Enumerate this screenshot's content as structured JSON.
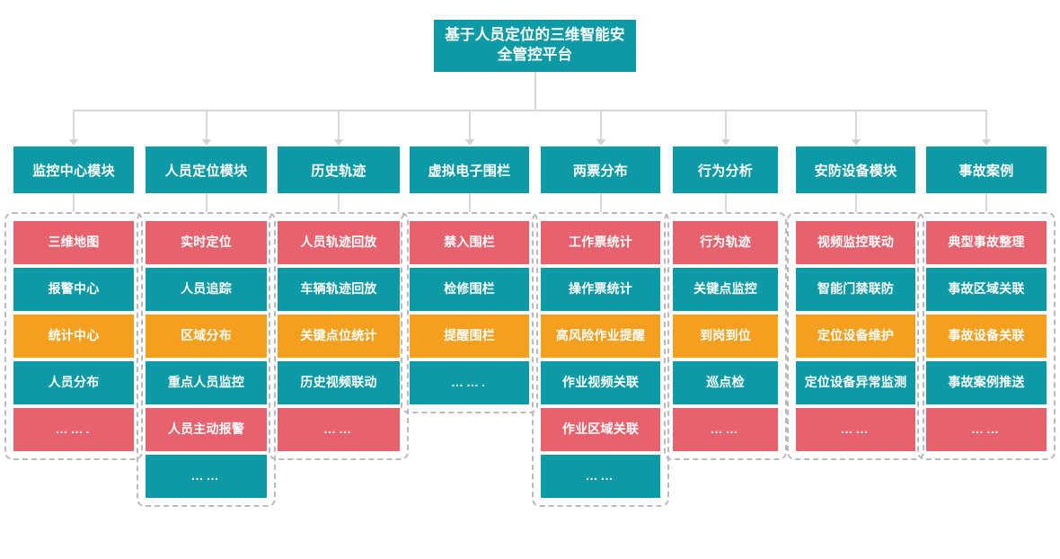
{
  "diagram": {
    "title": "基于人员定位的三维智能安全管控平台",
    "palette": {
      "teal": "#0d9aa7",
      "red": "#e8626e",
      "amber": "#f4a01e",
      "connector": "#d8d8d8",
      "group_border": "#b9b9b9",
      "background": "#ffffff"
    },
    "columns": [
      {
        "header": "监控中心模块",
        "items": [
          {
            "label": "三维地图",
            "color": "red"
          },
          {
            "label": "报警中心",
            "color": "teal"
          },
          {
            "label": "统计中心",
            "color": "amber"
          },
          {
            "label": "人员分布",
            "color": "teal"
          },
          {
            "label": "…….",
            "color": "red"
          }
        ]
      },
      {
        "header": "人员定位模块",
        "items": [
          {
            "label": "实时定位",
            "color": "red"
          },
          {
            "label": "人员追踪",
            "color": "teal"
          },
          {
            "label": "区域分布",
            "color": "amber"
          },
          {
            "label": "重点人员监控",
            "color": "teal"
          },
          {
            "label": "人员主动报警",
            "color": "red"
          },
          {
            "label": "……",
            "color": "teal"
          }
        ]
      },
      {
        "header": "历史轨迹",
        "items": [
          {
            "label": "人员轨迹回放",
            "color": "red"
          },
          {
            "label": "车辆轨迹回放",
            "color": "teal"
          },
          {
            "label": "关键点位统计",
            "color": "amber"
          },
          {
            "label": "历史视频联动",
            "color": "teal"
          },
          {
            "label": "……",
            "color": "red"
          }
        ]
      },
      {
        "header": "虚拟电子围栏",
        "items": [
          {
            "label": "禁入围栏",
            "color": "red"
          },
          {
            "label": "检修围栏",
            "color": "teal"
          },
          {
            "label": "提醒围栏",
            "color": "amber"
          },
          {
            "label": "…….",
            "color": "teal"
          }
        ]
      },
      {
        "header": "两票分布",
        "items": [
          {
            "label": "工作票统计",
            "color": "red"
          },
          {
            "label": "操作票统计",
            "color": "teal"
          },
          {
            "label": "高风险作业提醒",
            "color": "amber"
          },
          {
            "label": "作业视频关联",
            "color": "teal"
          },
          {
            "label": "作业区域关联",
            "color": "red"
          },
          {
            "label": "……",
            "color": "teal"
          }
        ]
      },
      {
        "header": "行为分析",
        "items": [
          {
            "label": "行为轨迹",
            "color": "red"
          },
          {
            "label": "关键点监控",
            "color": "teal"
          },
          {
            "label": "到岗到位",
            "color": "amber"
          },
          {
            "label": "巡点检",
            "color": "teal"
          },
          {
            "label": "……",
            "color": "red"
          }
        ]
      },
      {
        "header": "安防设备模块",
        "items": [
          {
            "label": "视频监控联动",
            "color": "red"
          },
          {
            "label": "智能门禁联防",
            "color": "teal"
          },
          {
            "label": "定位设备维护",
            "color": "amber"
          },
          {
            "label": "定位设备异常监测",
            "color": "teal"
          },
          {
            "label": "……",
            "color": "red"
          }
        ]
      },
      {
        "header": "事故案例",
        "items": [
          {
            "label": "典型事故整理",
            "color": "red"
          },
          {
            "label": "事故区域关联",
            "color": "teal"
          },
          {
            "label": "事故设备关联",
            "color": "amber"
          },
          {
            "label": "事故案例推送",
            "color": "teal"
          },
          {
            "label": "……",
            "color": "red"
          }
        ]
      }
    ]
  }
}
